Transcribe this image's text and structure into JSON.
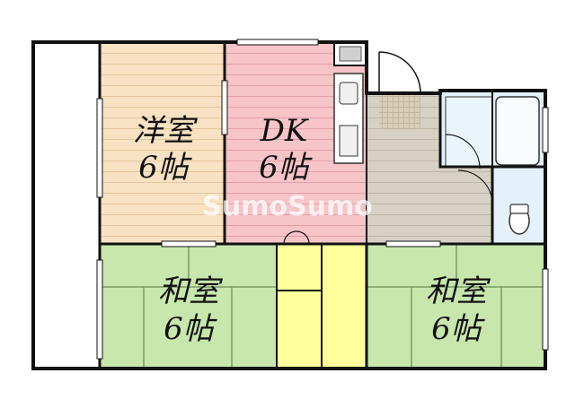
{
  "rooms": {
    "western": {
      "name": "洋室",
      "size": "6帖"
    },
    "dk": {
      "name": "DK",
      "size": "6帖"
    },
    "japanese_left": {
      "name": "和室",
      "size": "6帖"
    },
    "japanese_right": {
      "name": "和室",
      "size": "6帖"
    }
  },
  "watermark": "SumoSumo",
  "colors": {
    "western": "#f9e2c4",
    "dk": "#f7c4c8",
    "japanese": "#c7e7ad",
    "closet": "#ffff9c",
    "hall": "#d6d1c4",
    "bath": "#e4f1fa",
    "wall": "#111111"
  }
}
